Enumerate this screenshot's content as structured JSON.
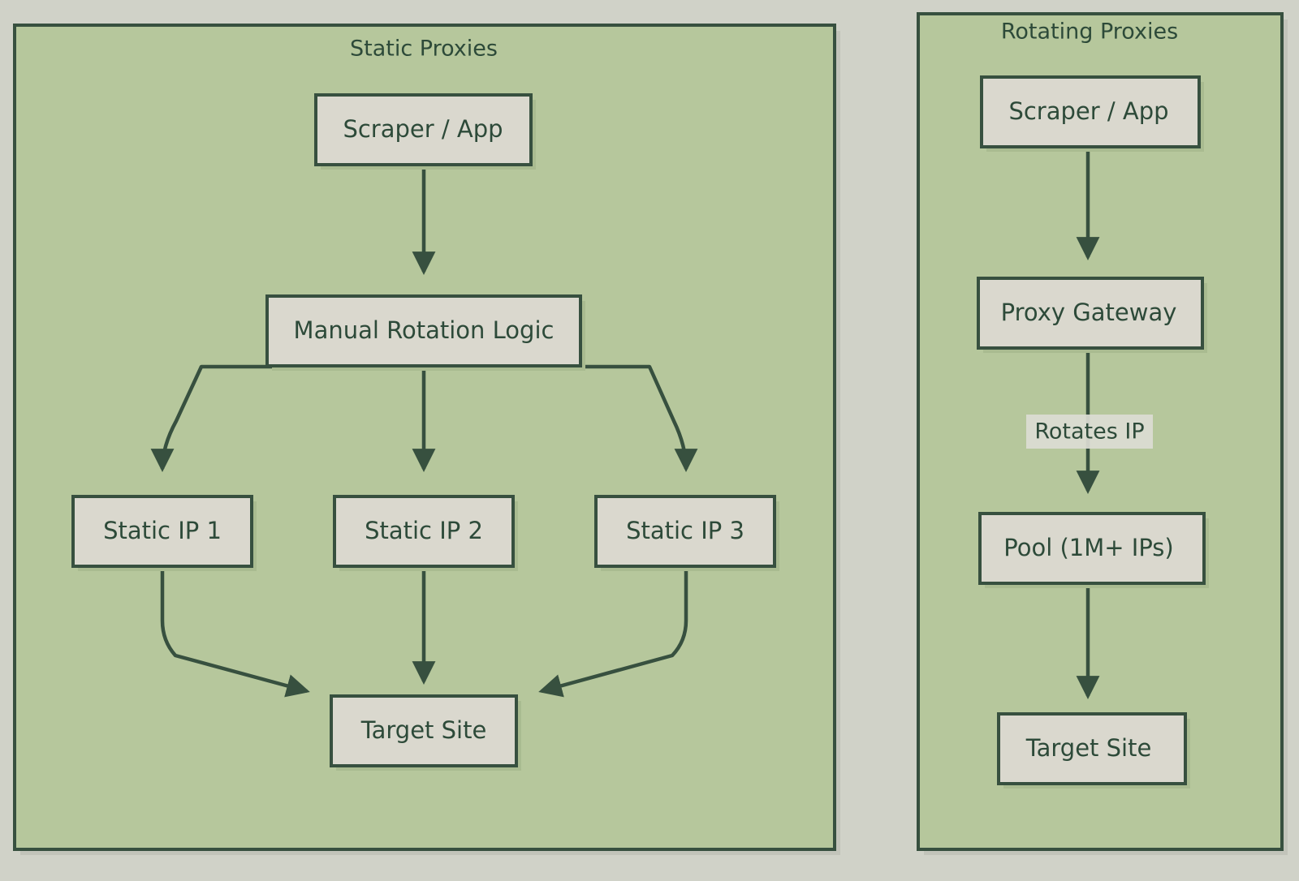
{
  "diagram": {
    "type": "flowchart",
    "title": "",
    "background_color": "#d0d2c8",
    "cluster_fill": "#b6c79c",
    "node_fill": "#dad8ce",
    "stroke_color": "#37503f",
    "text_color": "#2d4a39",
    "clusters": [
      {
        "id": "static",
        "title": "Static Proxies",
        "nodes": [
          {
            "id": "s_scraper",
            "label": "Scraper / App"
          },
          {
            "id": "s_manual",
            "label": "Manual Rotation Logic"
          },
          {
            "id": "s_ip1",
            "label": "Static IP 1"
          },
          {
            "id": "s_ip2",
            "label": "Static IP 2"
          },
          {
            "id": "s_ip3",
            "label": "Static IP 3"
          },
          {
            "id": "s_target",
            "label": "Target Site"
          }
        ],
        "edges": [
          {
            "from": "s_scraper",
            "to": "s_manual",
            "label": ""
          },
          {
            "from": "s_manual",
            "to": "s_ip1",
            "label": ""
          },
          {
            "from": "s_manual",
            "to": "s_ip2",
            "label": ""
          },
          {
            "from": "s_manual",
            "to": "s_ip3",
            "label": ""
          },
          {
            "from": "s_ip1",
            "to": "s_target",
            "label": ""
          },
          {
            "from": "s_ip2",
            "to": "s_target",
            "label": ""
          },
          {
            "from": "s_ip3",
            "to": "s_target",
            "label": ""
          }
        ]
      },
      {
        "id": "rotating",
        "title": "Rotating Proxies",
        "nodes": [
          {
            "id": "r_scraper",
            "label": "Scraper / App"
          },
          {
            "id": "r_gateway",
            "label": "Proxy Gateway"
          },
          {
            "id": "r_pool",
            "label": "Pool (1M+ IPs)"
          },
          {
            "id": "r_target",
            "label": "Target Site"
          }
        ],
        "edges": [
          {
            "from": "r_scraper",
            "to": "r_gateway",
            "label": ""
          },
          {
            "from": "r_gateway",
            "to": "r_pool",
            "label": "Rotates IP"
          },
          {
            "from": "r_pool",
            "to": "r_target",
            "label": ""
          }
        ]
      }
    ]
  }
}
